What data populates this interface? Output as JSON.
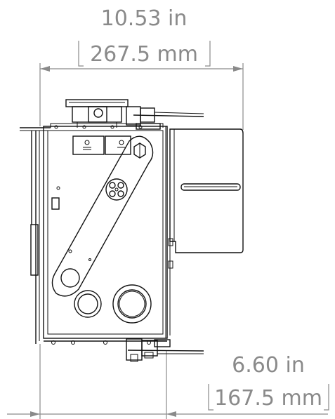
{
  "dimensions": {
    "top": {
      "imperial": "10.53 in",
      "metric": "267.5 mm"
    },
    "bottom": {
      "imperial": "6.60 in",
      "metric": "167.5 mm"
    }
  },
  "colors": {
    "dimension": "#8a8a8a",
    "drawing": "#111111",
    "background": "#ffffff"
  }
}
